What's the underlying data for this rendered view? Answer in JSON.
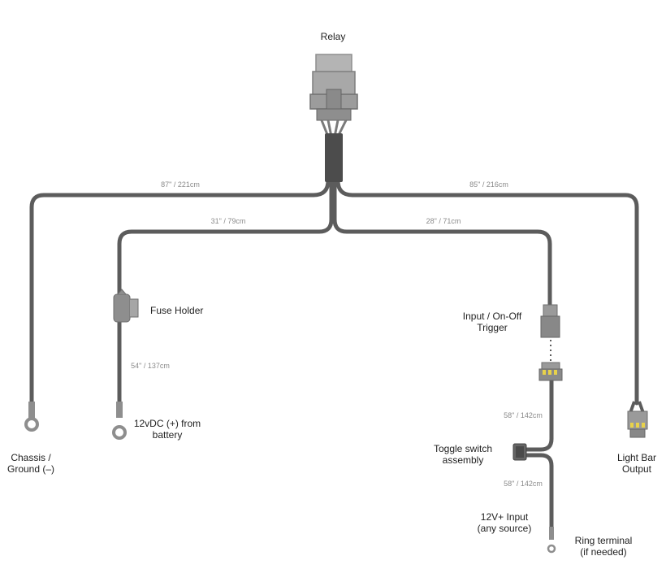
{
  "labels": {
    "relay": "Relay",
    "fuse_holder": "Fuse Holder",
    "battery_line1": "12vDC (+) from",
    "battery_line2": "battery",
    "chassis_line1": "Chassis /",
    "chassis_line2": "Ground (–)",
    "input_line1": "Input / On-Off",
    "input_line2": "Trigger",
    "toggle_line1": "Toggle switch",
    "toggle_line2": "assembly",
    "lightbar_line1": "Light Bar",
    "lightbar_line2": "Output",
    "v12_line1": "12V+ Input",
    "v12_line2": "(any source)",
    "ring_line1": "Ring terminal",
    "ring_line2": "(if needed)"
  },
  "lengths": {
    "ground": "87\" / 221cm",
    "output": "85\" / 216cm",
    "fuse": "31\" / 79cm",
    "trigger": "28\" / 71cm",
    "battery": "54\" / 137cm",
    "toggle_upper": "58\" / 142cm",
    "toggle_lower": "58\" / 142cm"
  },
  "colors": {
    "wire": "#5c5c5c",
    "component": "#8e8e8e",
    "component_light": "#b4b4b4",
    "pin": "#e8d24a"
  }
}
